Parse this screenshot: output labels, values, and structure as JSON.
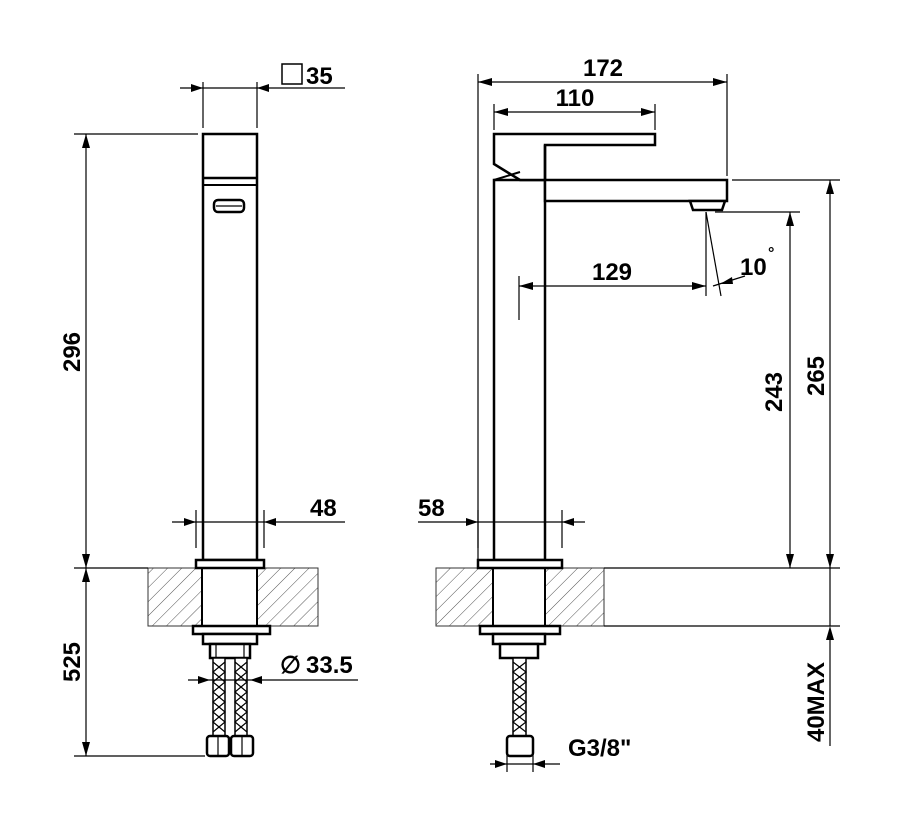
{
  "dimensions": {
    "square_size": "35",
    "front_height": "296",
    "front_body_width": "48",
    "front_below_counter": "525",
    "flexible_diameter": "33.5",
    "side_total_depth": "172",
    "side_lever_depth": "110",
    "spout_reach": "129",
    "spout_angle": "10",
    "angle_unit": "°",
    "spout_outlet_height": "243",
    "side_total_height": "265",
    "side_base_width": "58",
    "connection_thread": "G3/8\"",
    "max_counter_thickness": "40MAX",
    "diameter_symbol": "∅"
  }
}
